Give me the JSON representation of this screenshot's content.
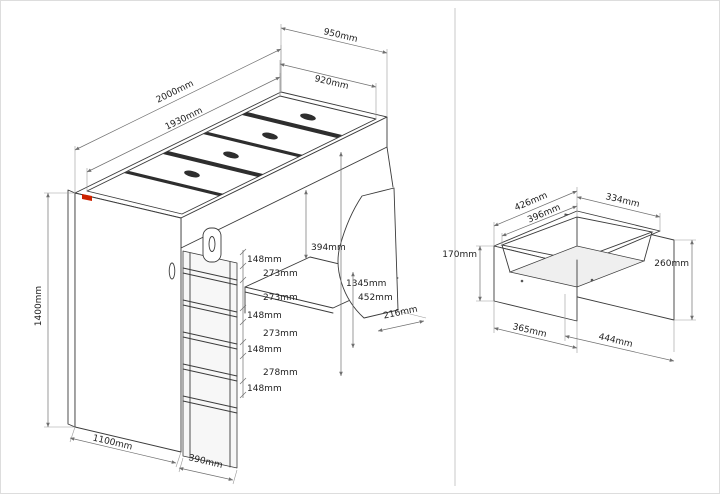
{
  "colors": {
    "line": "#3c3c3c",
    "dim": "#707070",
    "slat_fill": "#2e2e2e",
    "brand": "#cc2200",
    "divider": "#c8c8c8"
  },
  "bed": {
    "dims": {
      "length_outer": "2000mm",
      "length_inner": "1930mm",
      "depth_outer": "950mm",
      "depth_inner": "920mm",
      "height_total": "1400mm",
      "base_depth": "1100mm",
      "ladder_width": "390mm",
      "bed_to_desk": "394mm",
      "floor_to_bed": "1345mm",
      "desk_clearance": "452mm",
      "side_panel": "216mm"
    },
    "ladder_steps": [
      "148mm",
      "273mm",
      "273mm",
      "148mm",
      "273mm",
      "148mm",
      "278mm",
      "148mm"
    ]
  },
  "drawer": {
    "dims": {
      "top_width": "426mm",
      "top_depth": "334mm",
      "inner_width": "396mm",
      "side_height": "170mm",
      "front_height": "260mm",
      "bottom_width": "365mm",
      "front_width": "444mm"
    }
  }
}
